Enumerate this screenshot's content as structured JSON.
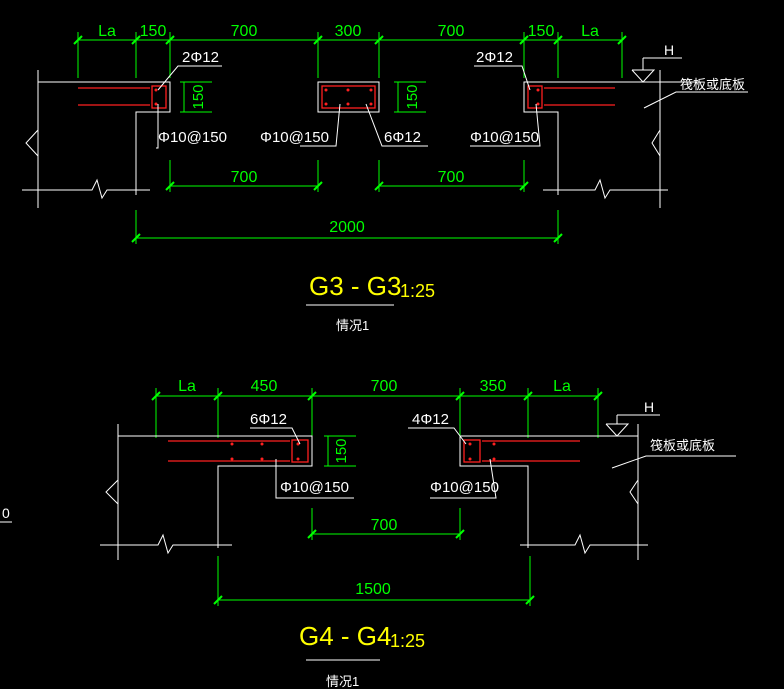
{
  "colors": {
    "background": "#000000",
    "dim": "#00ff00",
    "line": "#ffffff",
    "rebar": "#ff2020",
    "title": "#ffff00"
  },
  "g3": {
    "top_dims": [
      "La",
      "150",
      "700",
      "300",
      "700",
      "150",
      "La"
    ],
    "label_left_top": "2Φ12",
    "label_left_stirrup": "Φ10@150",
    "label_center_stirrup": "Φ10@150",
    "label_center_top": "6Φ12",
    "label_right_top": "2Φ12",
    "label_right_stirrup": "Φ10@150",
    "label_height": "150",
    "label_height_right": "150",
    "dim_mid_left": "700",
    "dim_mid_right": "700",
    "dim_total": "2000",
    "level_mark": "H",
    "slab_note": "筏板或底板",
    "title": "G3 - G3",
    "scale": "1:25",
    "subtitle": "情况1"
  },
  "g4": {
    "top_dims": [
      "La",
      "450",
      "700",
      "350",
      "La"
    ],
    "label_left_top": "6Φ12",
    "label_left_stirrup": "Φ10@150",
    "label_right_top": "4Φ12",
    "label_right_stirrup": "Φ10@150",
    "label_height": "150",
    "dim_mid": "700",
    "dim_total": "1500",
    "level_mark": "H",
    "slab_note": "筏板或底板",
    "title": "G4 - G4",
    "scale": "1:25",
    "subtitle": "情况1"
  },
  "edge_fragment": "0"
}
